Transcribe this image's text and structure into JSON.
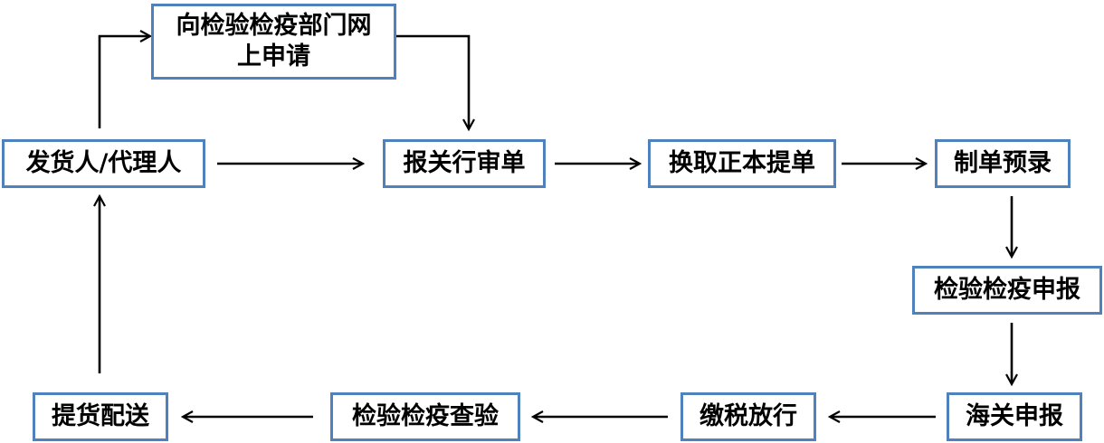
{
  "diagram": {
    "nodes": {
      "online_apply_line1": "向检验检疫部门网",
      "online_apply_line2": "上申请",
      "shipper": "发货人/代理人",
      "customs_broker_review": "报关行审单",
      "exchange_bill": "换取正本提单",
      "prepare_entry": "制单预录",
      "inspection_declare": "检验检疫申报",
      "customs_declare": "海关申报",
      "tax_release": "缴税放行",
      "inspection_check": "检验检疫查验",
      "pickup_delivery": "提货配送"
    },
    "colors": {
      "box_border": "#4f81bd",
      "arrow": "#000000"
    }
  }
}
